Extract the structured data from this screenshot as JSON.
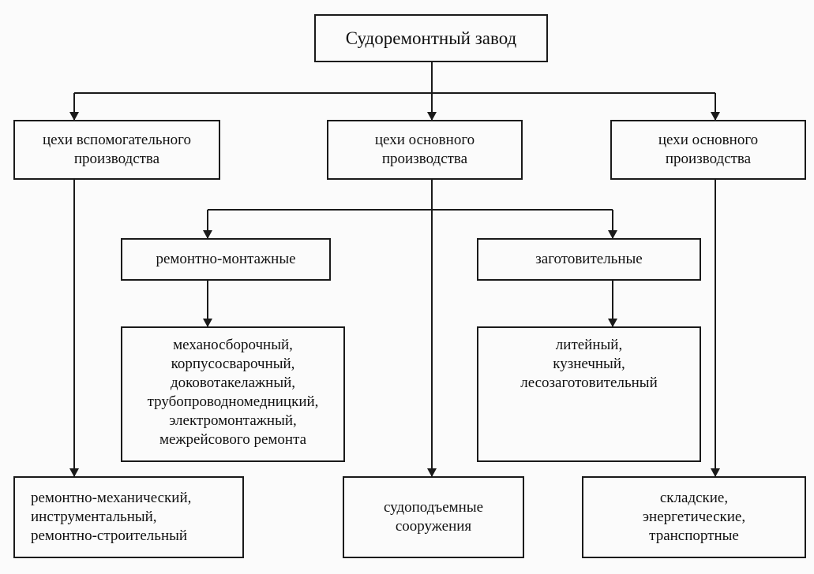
{
  "diagram": {
    "root": {
      "lines": [
        "Судоремонтный завод"
      ]
    },
    "level1": {
      "left": {
        "lines": [
          "цехи вспомогательного",
          "производства"
        ]
      },
      "center": {
        "lines": [
          "цехи основного",
          "производства"
        ]
      },
      "right": {
        "lines": [
          "цехи основного",
          "производства"
        ]
      }
    },
    "level2": {
      "left": {
        "lines": [
          "ремонтно-монтажные"
        ]
      },
      "right": {
        "lines": [
          "заготовительные"
        ]
      }
    },
    "level3": {
      "left": {
        "lines": [
          "механосборочный,",
          "корпусосварочный,",
          "доковотакелажный,",
          "трубопроводномедницкий,",
          "электромонтажный,",
          "межрейсового ремонта"
        ]
      },
      "right": {
        "lines": [
          "литейный,",
          "кузнечный,",
          "лесозаготовительный"
        ]
      }
    },
    "bottom": {
      "left": {
        "lines": [
          "ремонтно-механический,",
          "инструментальный,",
          "ремонтно-строительный"
        ]
      },
      "center": {
        "lines": [
          "судоподъемные",
          "сооружения"
        ]
      },
      "right": {
        "lines": [
          "складские,",
          "энергетические,",
          "транспортные"
        ]
      }
    }
  }
}
